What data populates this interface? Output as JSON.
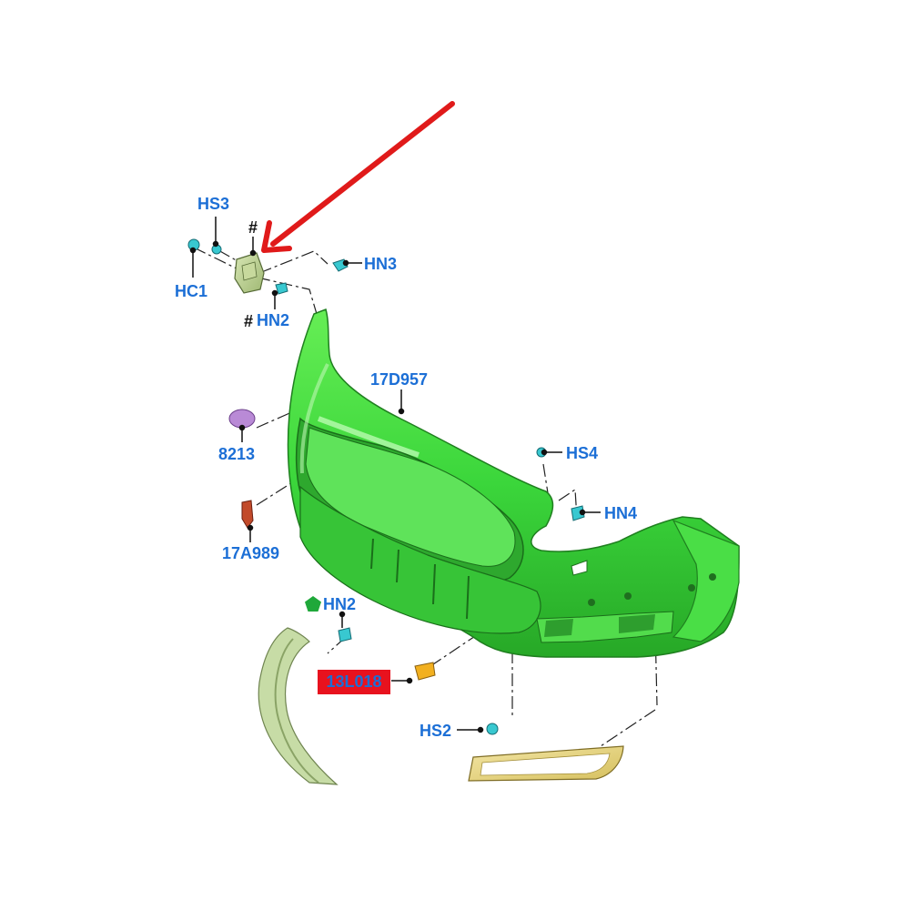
{
  "callouts": {
    "hs3": "HS3",
    "hc1": "HC1",
    "hn3": "HN3",
    "hn2_top": "HN2",
    "hash_top": "#",
    "hash_hn2": "#",
    "p17d957": "17D957",
    "p8213": "8213",
    "hs4": "HS4",
    "hn4": "HN4",
    "p17a989": "17A989",
    "hn2_bottom": "HN2",
    "p13l018": "13L018",
    "hs2": "HS2"
  },
  "colors": {
    "bumper_green": "#3bd63b",
    "bumper_dark": "#1f9a1f",
    "arrow_red": "#e01a1a",
    "label_blue": "#1c6fd6",
    "highlight_red": "#e8121e",
    "clip_cyan": "#38c8d0",
    "grille_yellow": "#e3d27a",
    "bracket_olive": "#b9cf8a",
    "cap_purple": "#b98ad6",
    "tow_cover_orange": "#f2b020",
    "pentagon_green": "#1fa83a"
  },
  "icons": {
    "pointer": "red-arrow-icon",
    "new_part_marker": "green-pentagon-icon"
  }
}
